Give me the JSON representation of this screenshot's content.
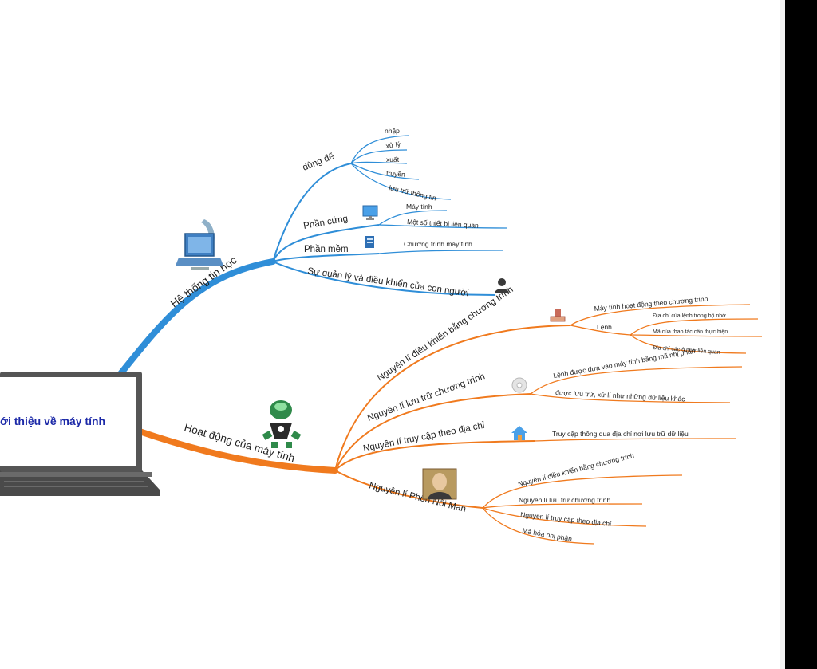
{
  "center": {
    "title": "ới thiệu về máy tính"
  },
  "branches": {
    "he_thong": {
      "label": "Hệ thống tin học",
      "color": "#2f8ed8",
      "dung_de": {
        "label": "dùng để",
        "leaves": [
          "nhập",
          "xử lý",
          "xuất",
          "truyền",
          "lưu trữ thông tin"
        ]
      },
      "phan_cung": {
        "label": "Phần cứng",
        "leaves": [
          "Máy tính",
          "Một số thiết bị liên quan"
        ]
      },
      "phan_mem": {
        "label": "Phần mềm",
        "leaves": [
          "Chương trình máy tính"
        ]
      },
      "su_quan_ly": {
        "label": "Sự quản lý và điều khiển của con người"
      }
    },
    "hoat_dong": {
      "label": "Hoạt động của máy tính",
      "color": "#f07a1e",
      "dieu_khien": {
        "label": "Nguyên lí điều khiển bằng chương trình",
        "leaf1": "Máy tính hoạt động theo chương trình",
        "lenh": {
          "label": "Lệnh",
          "leaves": [
            "Địa chỉ của lệnh trong bộ nhớ",
            "Mã của thao tác cần thực hiện",
            "Địa chỉ các ô nhớ liên quan"
          ]
        }
      },
      "luu_tru": {
        "label": "Nguyên lí lưu trữ chương trình",
        "leaves": [
          "Lệnh được đưa vào máy tính bằng mã nhị phân",
          "được lưu trữ, xử lí như những dữ liệu khác"
        ]
      },
      "truy_cap": {
        "label": "Nguyên lí truy cập theo địa chỉ",
        "leaves": [
          "Truy cập thông qua địa chỉ nơi lưu trữ dữ liệu"
        ]
      },
      "phon_noi_man": {
        "label": "Nguyên lí Phôn Nôi Man",
        "leaves": [
          "Nguyên lí điều khiển bằng chương trình",
          "Nguyên lí lưu trữ chương trình",
          "Nguyên lí truy cập theo địa chỉ",
          "Mã hóa nhị phân"
        ]
      }
    }
  },
  "icons": [
    "laptop-icon",
    "computer-icon",
    "monitor-icon",
    "document-icon",
    "person-icon",
    "stamp-icon",
    "disc-icon",
    "home-icon",
    "robot-icon",
    "portrait-icon"
  ]
}
